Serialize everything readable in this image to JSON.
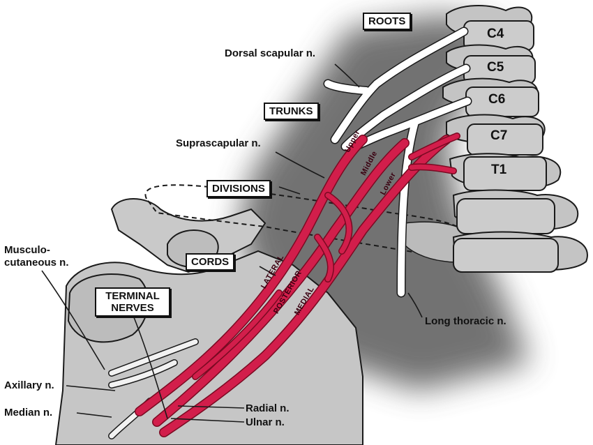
{
  "vertebrae": [
    "C4",
    "C5",
    "C6",
    "C7",
    "T1"
  ],
  "boxes": {
    "roots": "ROOTS",
    "trunks": "TRUNKS",
    "divisions": "DIVISIONS",
    "cords": "CORDS",
    "terminal": "TERMINAL NERVES"
  },
  "labels": {
    "dorsal_scapular": "Dorsal scapular n.",
    "suprascapular": "Suprascapular n.",
    "musculocutaneous_1": "Musculo-",
    "musculocutaneous_2": "cutaneous n.",
    "long_thoracic": "Long thoracic n.",
    "axillary": "Axillary n.",
    "median": "Median n.",
    "radial": "Radial n.",
    "ulnar": "Ulnar n."
  },
  "nerve_labels": {
    "upper": "Upper",
    "middle": "Middle",
    "lower": "Lower",
    "lateral": "LATERAL",
    "posterior": "POSTERIOR",
    "medial": "MEDIAL"
  },
  "colors": {
    "nerve": "#d21e4b",
    "shade": "#6e6e6e",
    "bone": "#c8c8c8",
    "line": "#1a1a1a"
  }
}
